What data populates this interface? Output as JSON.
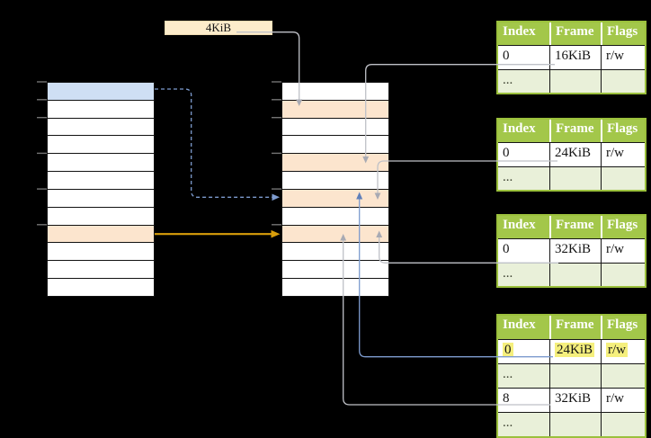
{
  "diagram": {
    "page_size_label": "4KiB",
    "left_column": {
      "rows": 12,
      "blue_row_index": 0,
      "orange_row_index": 8
    },
    "middle_column": {
      "rows": 12,
      "orange_row_indexes": [
        1,
        4,
        6,
        8
      ]
    }
  },
  "tables": [
    {
      "headers": [
        "Index",
        "Frame",
        "Flags"
      ],
      "rows": [
        {
          "cells": [
            "0",
            "16KiB",
            "r/w"
          ]
        },
        {
          "cells": [
            "...",
            "",
            ""
          ]
        }
      ]
    },
    {
      "headers": [
        "Index",
        "Frame",
        "Flags"
      ],
      "rows": [
        {
          "cells": [
            "0",
            "24KiB",
            "r/w"
          ]
        },
        {
          "cells": [
            "...",
            "",
            ""
          ]
        }
      ]
    },
    {
      "headers": [
        "Index",
        "Frame",
        "Flags"
      ],
      "rows": [
        {
          "cells": [
            "0",
            "32KiB",
            "r/w"
          ]
        },
        {
          "cells": [
            "...",
            "",
            ""
          ]
        }
      ]
    },
    {
      "headers": [
        "Index",
        "Frame",
        "Flags"
      ],
      "rows": [
        {
          "cells": [
            "0",
            "24KiB",
            "r/w"
          ],
          "highlighted": true
        },
        {
          "cells": [
            "...",
            "",
            ""
          ]
        },
        {
          "cells": [
            "8",
            "32KiB",
            "r/w"
          ]
        },
        {
          "cells": [
            "...",
            "",
            ""
          ]
        }
      ]
    }
  ],
  "colors": {
    "background": "#000000",
    "table_header_green": "#a3c74a",
    "table_border_green": "#9bc03c",
    "table_alt_row_green": "#e9f0d9",
    "frame_highlight_orange": "#fce5ce",
    "page_highlight_blue": "#cfdff4",
    "label_box_tan": "#fdeccb",
    "entry_highlight_yellow": "#f5ef7d",
    "arrow_gray": "#bfc1c7",
    "arrow_blue": "#7d9bce",
    "arrow_orange": "#d99e0b"
  }
}
